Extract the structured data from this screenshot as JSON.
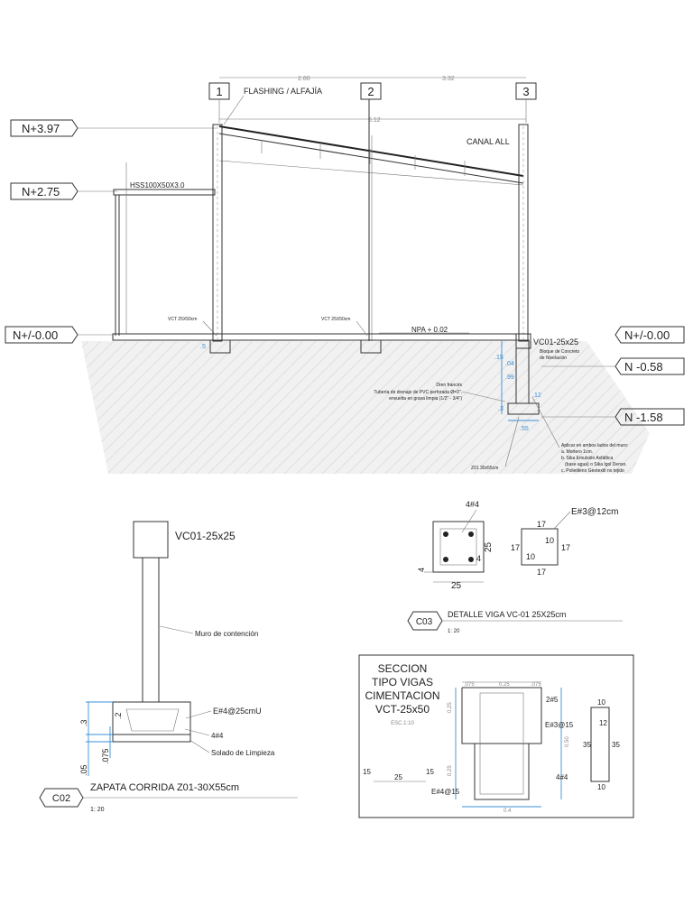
{
  "section": {
    "grid_labels": [
      "1",
      "2",
      "3"
    ],
    "grid_dims": [
      "2.80",
      "3.32"
    ],
    "total_dim": "6.12",
    "flashing": "FLASHING / ALFAJÍA",
    "canal": "CANAL ALL",
    "hss": "HSS100X50X3.0",
    "levels": [
      "N+3.97",
      "N+2.75",
      "N+/-0.00",
      "N+/-0.00",
      "N -0.58",
      "N -1.58"
    ],
    "vct_left": "VCT 25X50cm",
    "vct_mid": "VCT 25X50cm",
    "npa": "NPA + 0.02",
    "vc01": "VC01-25x25",
    "bloque": "Bloque de Concreto\nde Nivelación",
    "dren": [
      "Dren francés",
      "Tubería de drenaje de PVC perforada Ø=3\",",
      "envuelta en grava limpia (1/2\" - 3/4\")"
    ],
    "z01": "Z01 30x55cm",
    "aplicar": [
      "Aplicar en ambos lados del muro:",
      "a.  Mortero 1cm.",
      "b.  Sika Emulsión Asfáltica",
      "(base agua) o Sika Igol Denso.",
      "c.  Polietileno Geotextil no tejido"
    ],
    "dims_small": [
      ".5",
      ".15",
      ".04",
      ".99",
      ".12",
      ".3",
      ".55"
    ]
  },
  "detail_c02": {
    "tag": "C02",
    "title": "ZAPATA CORRIDA Z01-30X55cm",
    "scale": "1: 20",
    "vc01": "VC01-25x25",
    "muro": "Muro de contención",
    "e4": "E#4@25cmU",
    "bar": "4#4",
    "solado": "Solado de Limpieza",
    "dims": [
      ".2",
      ".3",
      ".075",
      ".05"
    ]
  },
  "detail_c03": {
    "tag": "C03",
    "title": "DETALLE VIGA VC-01 25X25cm",
    "scale": "1: 20",
    "bars": "4#4",
    "stirrup": "E#3@12cm",
    "dims": [
      "25",
      "25",
      "4",
      "4"
    ],
    "stirrup_dims": [
      "17",
      "17",
      "17",
      "17",
      "10",
      "10"
    ]
  },
  "detail_vct": {
    "title_lines": [
      "SECCION",
      "TIPO VIGAS",
      "CIMENTACION",
      "VCT-25x50"
    ],
    "scale": "ESC.1:10",
    "top_dims": [
      ".075",
      "0.25",
      ".075"
    ],
    "bars": "2#5",
    "stirrup_r": "E#3@15",
    "bottom_bars": "4#4",
    "stirrup_l": "E#4@15",
    "side_dims": [
      "0.50",
      "0.25",
      "0.25"
    ],
    "bottom_dim": "0.4",
    "left_dims": [
      "15",
      "25",
      "15"
    ],
    "right_dims": [
      "10",
      "12",
      "35",
      "35",
      "10"
    ]
  },
  "colors": {
    "line": "#333333",
    "dim_blue": "#3b8fd6",
    "ground": "#ededed"
  }
}
